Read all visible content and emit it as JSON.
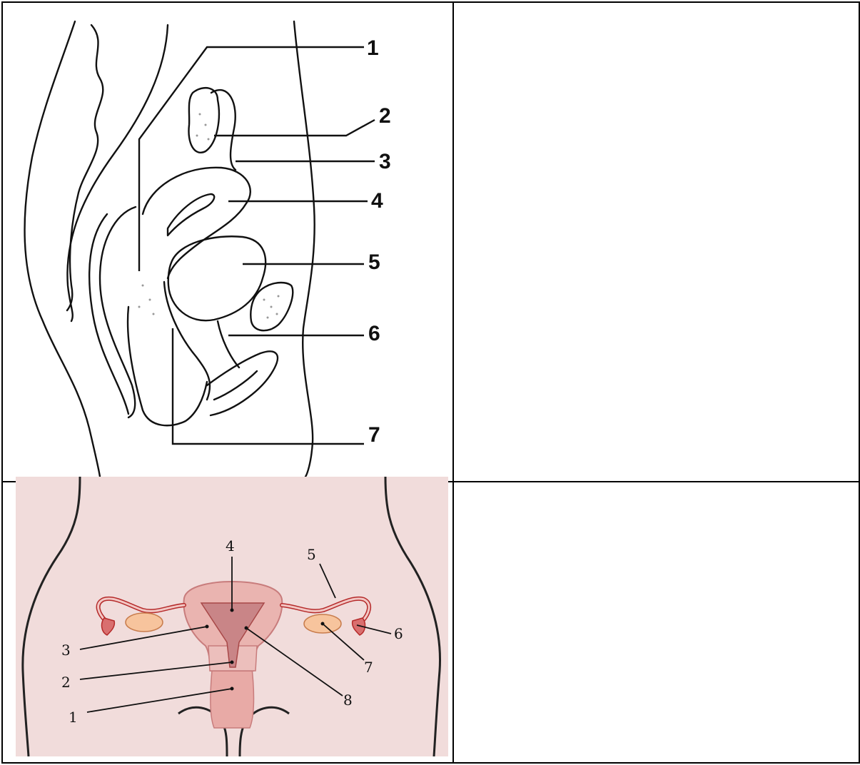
{
  "sagittal_figure": {
    "labels": [
      "1",
      "2",
      "3",
      "4",
      "5",
      "6",
      "7"
    ]
  },
  "frontal_figure": {
    "labels": [
      "1",
      "2",
      "3",
      "4",
      "5",
      "6",
      "7",
      "8"
    ],
    "colors": {
      "background": "#f1dcdb",
      "uterus": "#eab4b0",
      "cavity": "#c98587",
      "tube_outline": "#b52a2a",
      "ovary": "#f7c49d",
      "vagina": "#e8aaa6"
    }
  }
}
